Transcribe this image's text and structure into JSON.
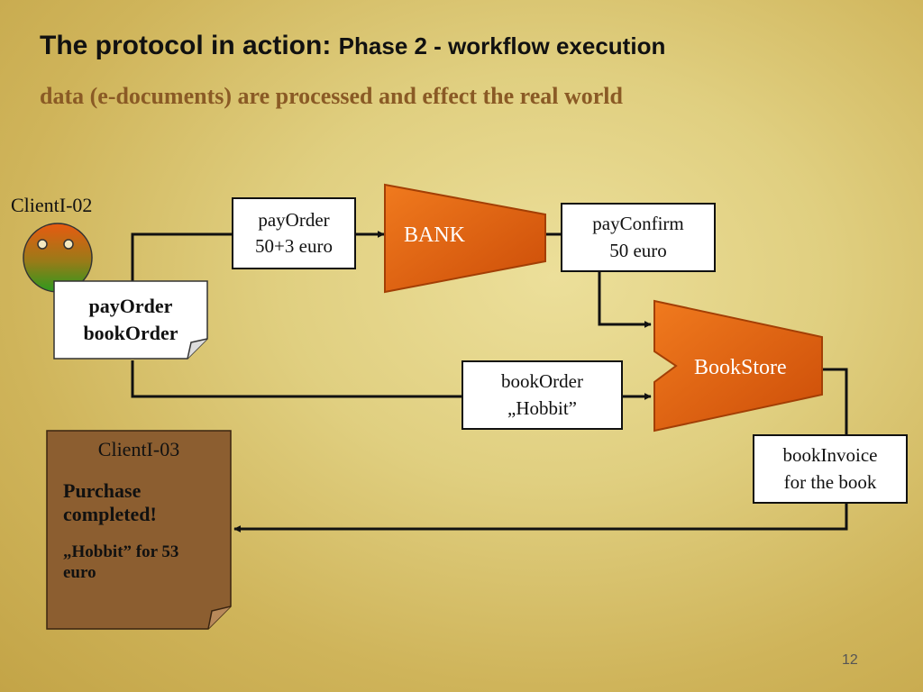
{
  "title": {
    "main": "The protocol in action:",
    "phase": "Phase 2 - workflow execution",
    "subtitle": "data (e-documents) are processed and effect the real world"
  },
  "client": {
    "label": "ClientI-02",
    "note_line1": "payOrder",
    "note_line2": "bookOrder"
  },
  "nodes": {
    "bank": "BANK",
    "bookstore": "BookStore"
  },
  "messages": {
    "pay_order": {
      "line1": "payOrder",
      "line2": "50+3 euro"
    },
    "pay_confirm": {
      "line1": "payConfirm",
      "line2": "50 euro"
    },
    "book_order": {
      "line1": "bookOrder",
      "line2": "„Hobbit”"
    },
    "book_invoice": {
      "line1": "bookInvoice",
      "line2": "for the book"
    }
  },
  "result": {
    "client": "ClientI-03",
    "status_line1": "Purchase",
    "status_line2": "completed!",
    "detail_line1": "„Hobbit” for 53",
    "detail_line2": "euro"
  },
  "page_number": "12",
  "colors": {
    "process_fill": "#e0600c",
    "note_fill": "#8c5e30",
    "subtitle": "#8a5a25",
    "connector": "#111111"
  }
}
